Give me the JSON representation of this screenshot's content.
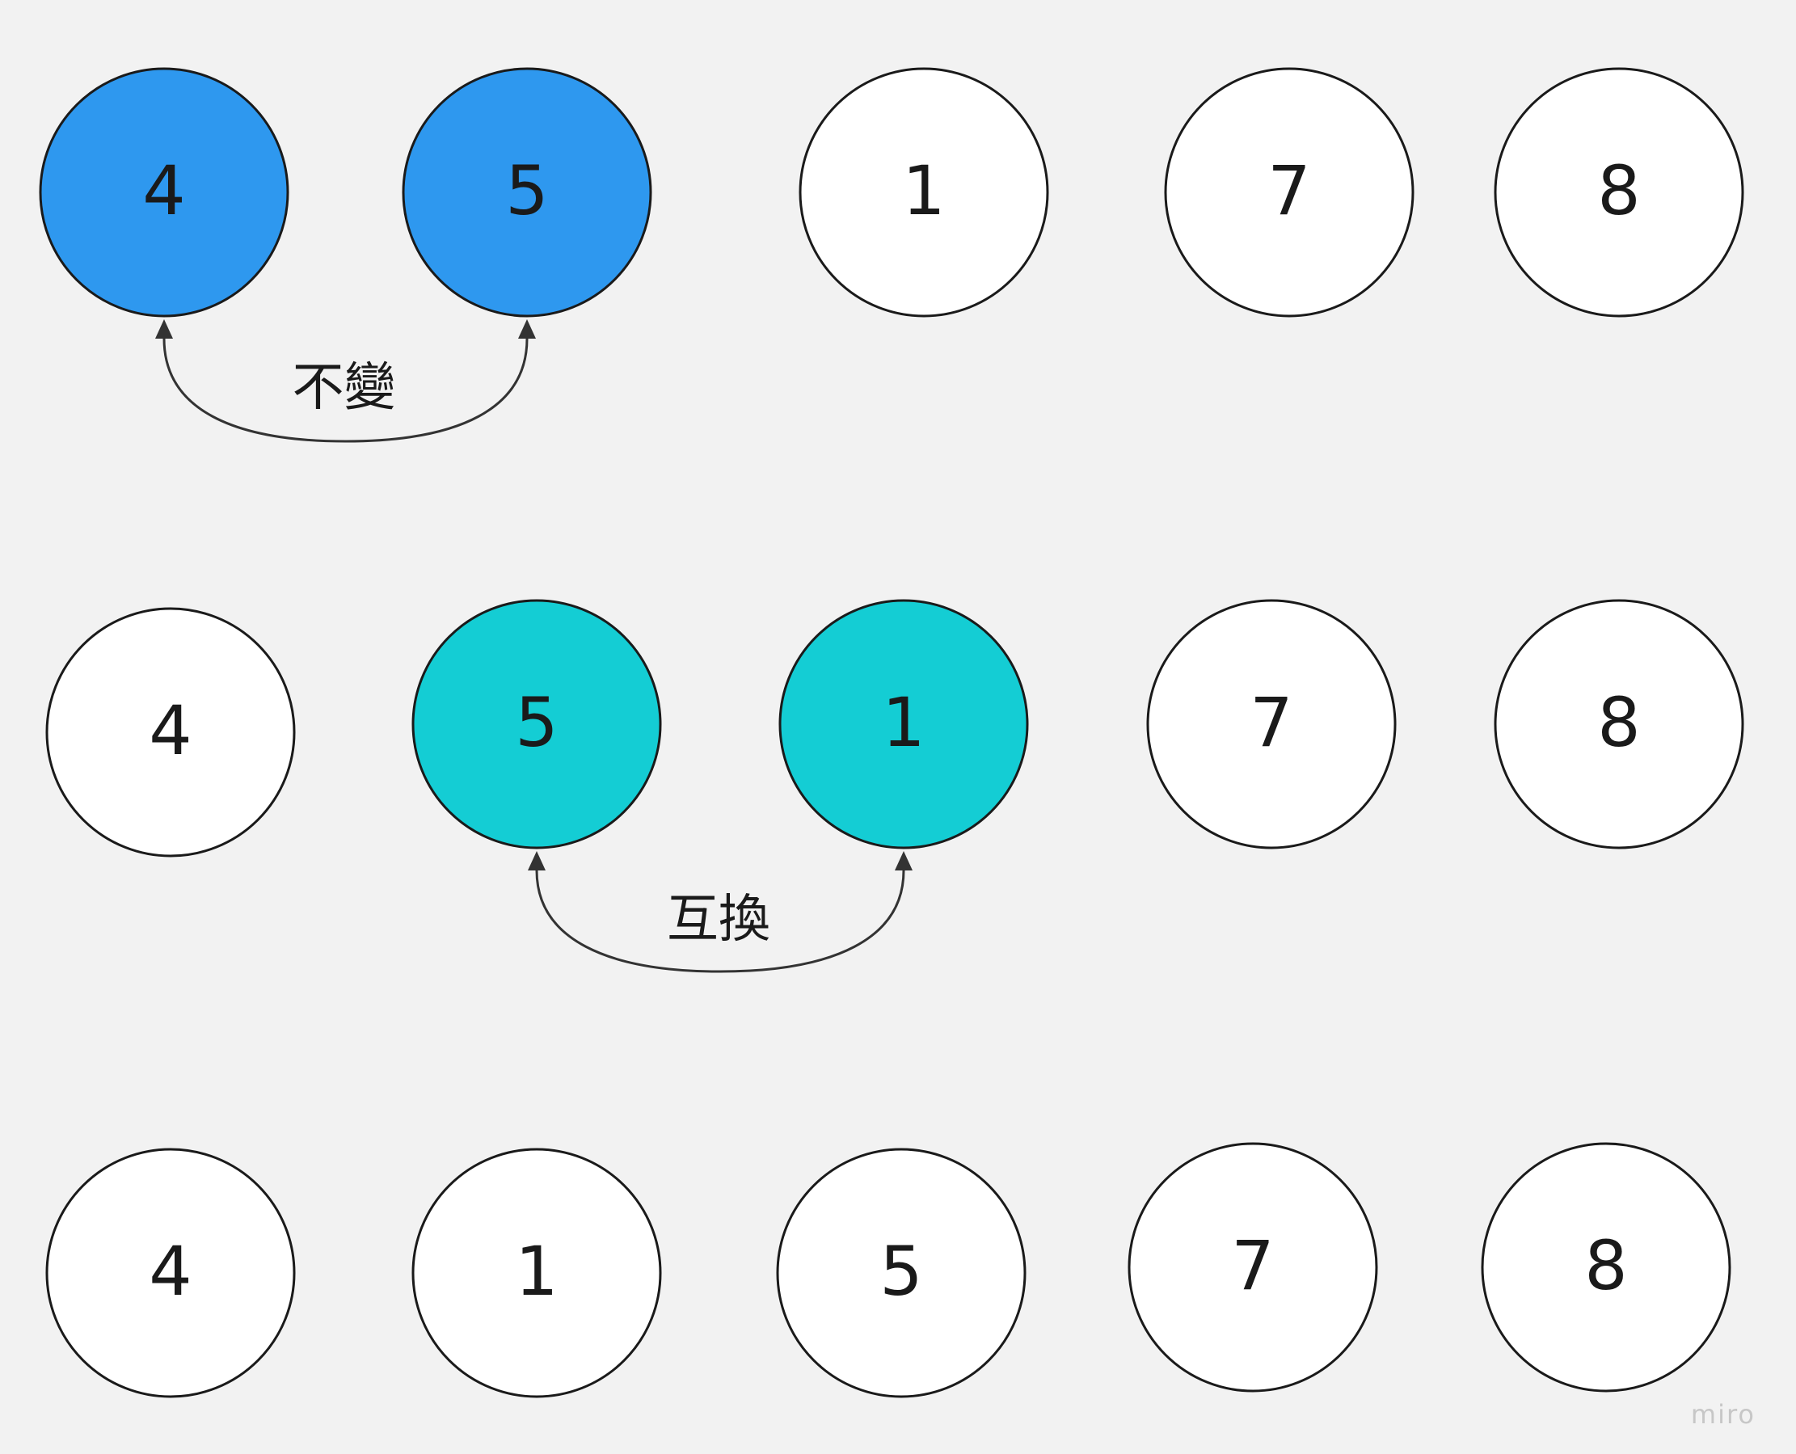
{
  "colors": {
    "background": "#f2f2f2",
    "default_fill": "#ffffff",
    "stroke": "#1a1a1a",
    "highlight_blue": "#2e98ef",
    "highlight_teal": "#14cdd4",
    "arrow": "#333333"
  },
  "rows": [
    {
      "id": "row1",
      "nodes": [
        {
          "value": "4",
          "fill": "highlight_blue"
        },
        {
          "value": "5",
          "fill": "highlight_blue"
        },
        {
          "value": "1",
          "fill": "default_fill"
        },
        {
          "value": "7",
          "fill": "default_fill"
        },
        {
          "value": "8",
          "fill": "default_fill"
        }
      ],
      "connector": {
        "from": 0,
        "to": 1,
        "label": "不變"
      }
    },
    {
      "id": "row2",
      "nodes": [
        {
          "value": "4",
          "fill": "default_fill"
        },
        {
          "value": "5",
          "fill": "highlight_teal"
        },
        {
          "value": "1",
          "fill": "highlight_teal"
        },
        {
          "value": "7",
          "fill": "default_fill"
        },
        {
          "value": "8",
          "fill": "default_fill"
        }
      ],
      "connector": {
        "from": 1,
        "to": 2,
        "label": "互換"
      }
    },
    {
      "id": "row3",
      "nodes": [
        {
          "value": "4",
          "fill": "default_fill"
        },
        {
          "value": "1",
          "fill": "default_fill"
        },
        {
          "value": "5",
          "fill": "default_fill"
        },
        {
          "value": "7",
          "fill": "default_fill"
        },
        {
          "value": "8",
          "fill": "default_fill"
        }
      ]
    }
  ],
  "watermark": "miro"
}
